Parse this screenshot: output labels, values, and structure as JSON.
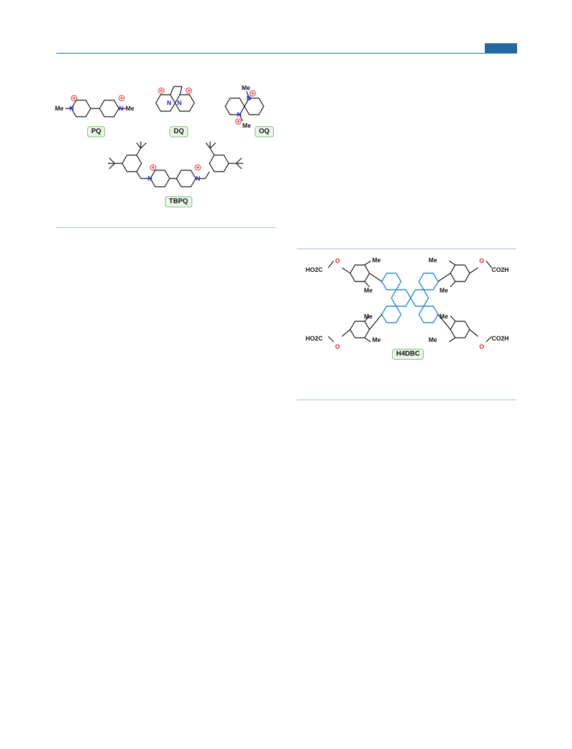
{
  "figure1": {
    "labels": {
      "pq": "PQ",
      "dq": "DQ",
      "oq": "OQ",
      "tbpq": "TBPQ"
    },
    "atoms": {
      "me": "Me",
      "n": "N"
    }
  },
  "figure2": {
    "label": "H4DBC",
    "atoms": {
      "me": "Me",
      "o": "O",
      "ho2c": "HO2C",
      "co2h": "CO2H"
    }
  },
  "colors": {
    "accent": "#1f6aa5",
    "rule": "#9ebfd9",
    "nitrogen": "#1a1aff",
    "oxygen": "#e02020",
    "core": "#1e88e5",
    "label_border": "#7fbf7f",
    "label_fill": "#eaf6ea"
  }
}
